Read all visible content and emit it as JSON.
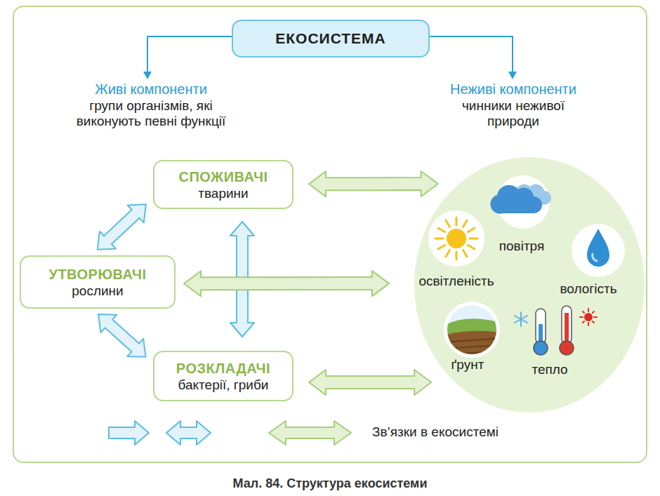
{
  "diagram": {
    "caption": "Мал. 84. Структура екосистеми",
    "nodes": [
      {
        "text": [
          "ЕКОСИСТЕМА"
        ]
      },
      {
        "text": [
          "СПОЖИВАЧІ",
          "тварини"
        ]
      },
      {
        "text": [
          "УТВОРЮВАЧІ",
          "рослини"
        ]
      },
      {
        "text": [
          "РОЗКЛАДАЧІ",
          "бактерії, гриби"
        ]
      },
      {
        "text": [
          "повітря",
          "освітленість",
          "вологість",
          "ґрунт",
          "тепло"
        ]
      }
    ],
    "edges": [
      {
        "from": 1,
        "to": 4,
        "arrow": "both"
      },
      {
        "from": 2,
        "to": 1,
        "arrow": "both"
      },
      {
        "from": 1,
        "to": 3,
        "arrow": "both"
      },
      {
        "from": 2,
        "to": 4,
        "arrow": "both"
      },
      {
        "from": 2,
        "to": 3,
        "arrow": "both"
      },
      {
        "from": 3,
        "to": 4,
        "arrow": "both"
      }
    ],
    "labels": [
      "Живі компоненти",
      "групи організмів, які виконують певні функції",
      "Неживі компоненти",
      "чинники неживої природи"
    ],
    "legend": [
      {
        "text": "Зв’язки в екосистемі"
      }
    ]
  }
}
